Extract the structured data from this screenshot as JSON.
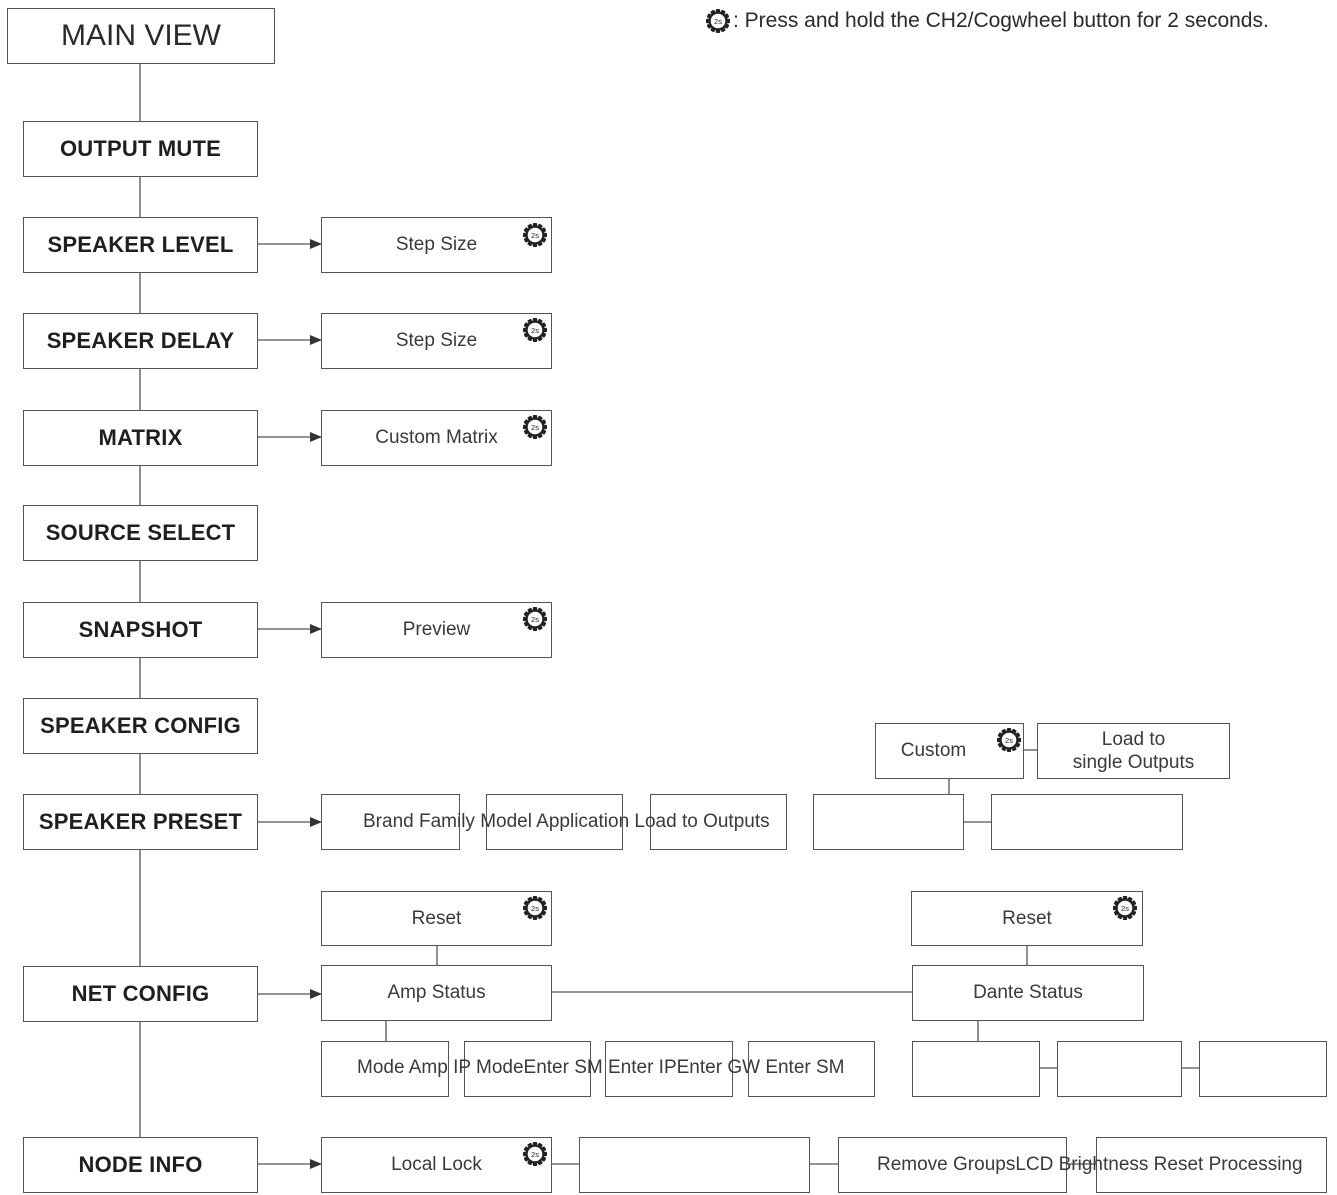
{
  "legend": {
    "icon": "cogwheel-2s-icon",
    "text": ": Press and hold the CH2/Cogwheel button for 2 seconds."
  },
  "main_view": "MAIN VIEW",
  "menu": {
    "output_mute": "OUTPUT MUTE",
    "speaker_level": "SPEAKER LEVEL",
    "speaker_delay": "SPEAKER DELAY",
    "matrix": "MATRIX",
    "source_select": "SOURCE SELECT",
    "snapshot": "SNAPSHOT",
    "speaker_config": "SPEAKER CONFIG",
    "speaker_preset": "SPEAKER PRESET",
    "net_config": "NET CONFIG",
    "node_info": "NODE INFO"
  },
  "speaker_level_sub": "Step Size",
  "speaker_delay_sub": "Step Size",
  "matrix_sub": "Custom Matrix",
  "snapshot_sub": "Preview",
  "speaker_preset_sub": {
    "chain_text": "Brand Family Model Application   Load to Outputs",
    "custom": "Custom",
    "load_single_line1": "Load to",
    "load_single_line2": "single Outputs"
  },
  "net_config_sub": {
    "reset_left": "Reset",
    "amp_status": "Amp Status",
    "reset_right": "Reset",
    "dante_status": "Dante Status",
    "amp_chain_text": "Mode Amp IP ModeEnter SM Enter IPEnter GW Enter SM"
  },
  "node_info_sub": {
    "local_lock": "Local Lock",
    "chain_text": "Remove GroupsLCD Brightness Reset Processing"
  },
  "colors": {
    "line": "#555555",
    "text": "#2a2a2a",
    "background": "#ffffff"
  }
}
